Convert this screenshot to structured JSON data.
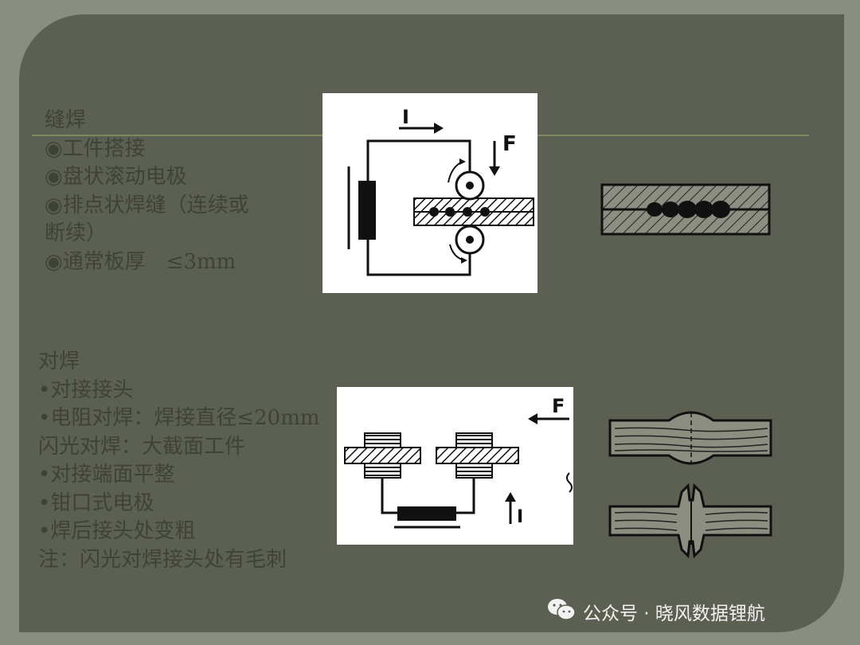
{
  "seam_welding": {
    "title": "缝焊",
    "items": [
      "◉工件搭接",
      "◉盘状滚动电极",
      "◉排点状焊缝（连续或",
      "断续）",
      "◉通常板厚　≤3mm"
    ],
    "figure_labels": {
      "current": "I",
      "force": "F"
    }
  },
  "butt_welding": {
    "title": "对焊",
    "items": [
      "•对接接头",
      "•电阻对焊：焊接直径≤20mm",
      " 闪光对焊：大截面工件",
      "•对接端面平整",
      "•钳口式电极",
      "•焊后接头处变粗",
      "注：闪光对焊接头处有毛刺"
    ],
    "figure_labels": {
      "force": "F",
      "current": "I"
    }
  },
  "watermark": {
    "text": "公众号 · 晓风数据锂航",
    "icon": "wechat-icon"
  },
  "colors": {
    "slide_bg": "#5c6052",
    "frame_bg": "#8a8e80",
    "text": "#3f4237",
    "rule": "#7b8a5c"
  }
}
